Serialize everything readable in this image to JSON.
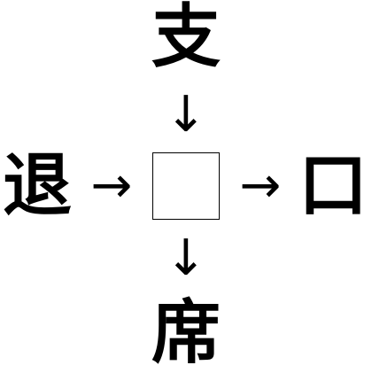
{
  "puzzle": {
    "top_char": "支",
    "left_char": "退",
    "right_char": "口",
    "bottom_char": "席",
    "arrow_down_top": "↓",
    "arrow_right_left": "→",
    "arrow_right_right": "→",
    "arrow_down_bottom": "↓",
    "blank_value": ""
  }
}
